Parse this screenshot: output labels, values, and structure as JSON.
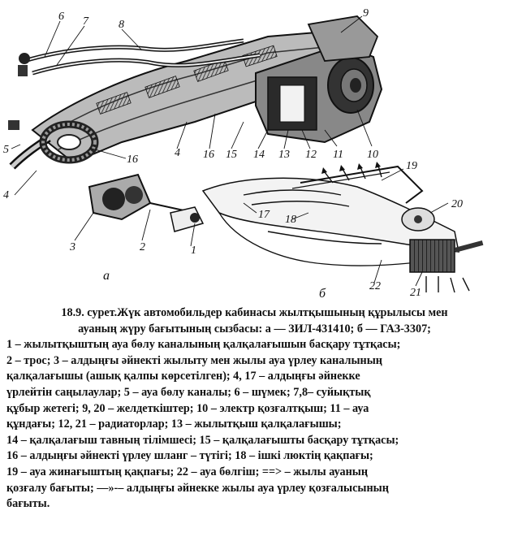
{
  "figure": {
    "labels_a": [
      "1",
      "2",
      "3",
      "4",
      "4",
      "5",
      "6",
      "7",
      "8",
      "9",
      "10",
      "11",
      "12",
      "13",
      "14",
      "15",
      "16",
      "16"
    ],
    "labels_b": [
      "17",
      "18",
      "19",
      "20",
      "21",
      "22"
    ],
    "sub_a": "а",
    "sub_b": "б"
  },
  "caption": {
    "title_lines": [
      "18.9. сурет.Жүк автомобильдер кабинасы жылтқышының құрылысы мен",
      "ауаның жүру бағытының сызбасы: а — ЗИЛ-431410; б — ГАЗ-3307;"
    ],
    "body_lines": [
      "1 – жылытқыштың ауа бөлу каналының қалқалағышын басқару тұтқасы;",
      "2 – трос; 3 – алдыңғы әйнекті жылыту мен жылы ауа үрлеу каналының",
      "қалқалағышы (ашық қалпы көрсетілген); 4, 17 – алдыңғы әйнекке",
      "үрлейтін саңылаулар; 5 – ауа бөлу каналы; 6 – шүмек; 7,8– суйықтық",
      "құбыр жетегі; 9, 20 – желдеткіштер; 10 – электр қозғалтқыш; 11 – ауа",
      "құндағы; 12, 21 – радиаторлар; 13 – жылытқыш қалқалағышы;",
      "14 – қалқалағыш тавның тілімшесі; 15 – қалқалағышты басқару тұтқасы;",
      "16 – алдыңғы әйнекті үрлеу шланг – түтігі; 18 – ішкі люктің қақпағы;",
      "19 – ауа жинағыштың қақпағы; 22 – ауа бөлгіш; ==> – жылы ауаның",
      "қозғалу бағыты; —»-– алдыңғы әйнекке жылы ауа үрлеу қозғалысының",
      "бағыты."
    ]
  }
}
